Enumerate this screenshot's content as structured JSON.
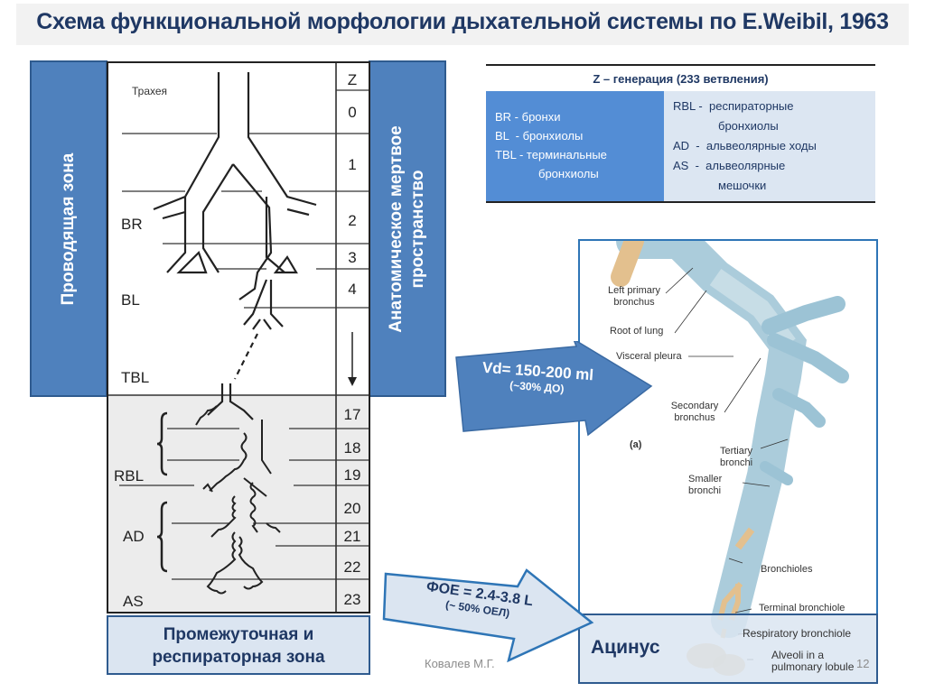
{
  "title": "Схема функциональной морфологии дыхательной системы по E.Weibil, 1963",
  "zones": {
    "conducting": "Проводящая зона",
    "dead_space_line1": "Анатомическое мертвое",
    "dead_space_line2": "пространство",
    "transitional_line1": "Промежуточная и",
    "transitional_line2": "респираторная зона",
    "acinus": "Ацинус"
  },
  "legend": {
    "header": "Z – генерация (233 ветвления)",
    "left": [
      {
        "abbr": "BR",
        "sep": " - ",
        "text": "бронхи"
      },
      {
        "abbr": "BL",
        "sep": "  - ",
        "text": "бронхиолы"
      },
      {
        "abbr": "TBL",
        "sep": " - ",
        "text": "терминальные"
      },
      {
        "abbr": "",
        "sep": "",
        "text": "бронхиолы"
      }
    ],
    "right": [
      {
        "abbr": "RBL",
        "sep": " -  ",
        "text": "респираторные"
      },
      {
        "abbr": "",
        "sep": "",
        "text": "бронхиолы"
      },
      {
        "abbr": "AD",
        "sep": "  -  ",
        "text": "альвеолярные ходы"
      },
      {
        "abbr": "AS",
        "sep": "  -  ",
        "text": "альвеолярные"
      },
      {
        "abbr": "",
        "sep": "",
        "text": "мешочки"
      }
    ]
  },
  "diagram": {
    "z_header": "Z",
    "z_values": [
      "0",
      "1",
      "2",
      "3",
      "4",
      "17",
      "18",
      "19",
      "20",
      "21",
      "22",
      "23"
    ],
    "labels": {
      "trachea": "Трахея",
      "br": "BR",
      "bl": "BL",
      "tbl": "TBL",
      "rbl": "RBL",
      "ad": "AD",
      "as": "AS"
    }
  },
  "arrows": {
    "vd_main": "Vd= 150-200 ml",
    "vd_sub": "(~30% ДО)",
    "frc_main": "ФОЕ = 2.4-3.8 L",
    "frc_sub": "(~ 50% ОЕЛ)"
  },
  "illustration": {
    "labels": [
      "Left primary",
      "bronchus",
      "Root of lung",
      "Visceral pleura",
      "Secondary",
      "bronchus",
      "(a)",
      "Tertiary",
      "bronchi",
      "Smaller",
      "bronchi",
      "Bronchioles",
      "Terminal bronchiole",
      "Respiratory bronchiole",
      "Alveoli in a",
      "pulmonary lobule"
    ]
  },
  "footer": {
    "author": "Ковалев М.Г.",
    "page": "12"
  },
  "colors": {
    "title": "#1f3864",
    "zone_blue": "#4f81bd",
    "legend_dark": "#538dd5",
    "legend_light": "#dce6f2",
    "arrow_light": "#dbe5f1",
    "frame_blue": "#2e75b6"
  }
}
